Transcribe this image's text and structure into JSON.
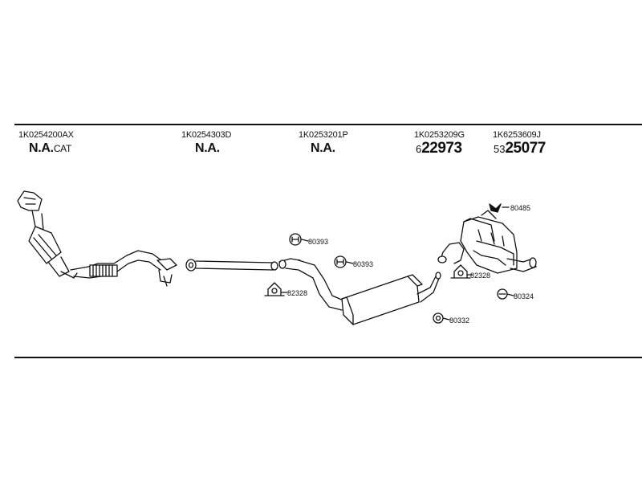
{
  "parts": [
    {
      "code": "1K0254200AX",
      "status_main": "N.A.",
      "status_suffix": "CAT"
    },
    {
      "code": "1K0254303D",
      "status_main": "N.A.",
      "status_suffix": ""
    },
    {
      "code": "1K0253201P",
      "status_main": "N.A.",
      "status_suffix": ""
    },
    {
      "code": "1K0253209G",
      "price_prefix": "6",
      "price_main": "22973"
    },
    {
      "code": "1K6253609J",
      "price_prefix": "53",
      "price_main": "25077"
    }
  ],
  "fittings": {
    "f80393a": "80393",
    "f80393b": "80393",
    "f82328a": "82328",
    "f82328b": "82328",
    "f80332": "80332",
    "f80485": "80485",
    "f80324": "80324"
  }
}
